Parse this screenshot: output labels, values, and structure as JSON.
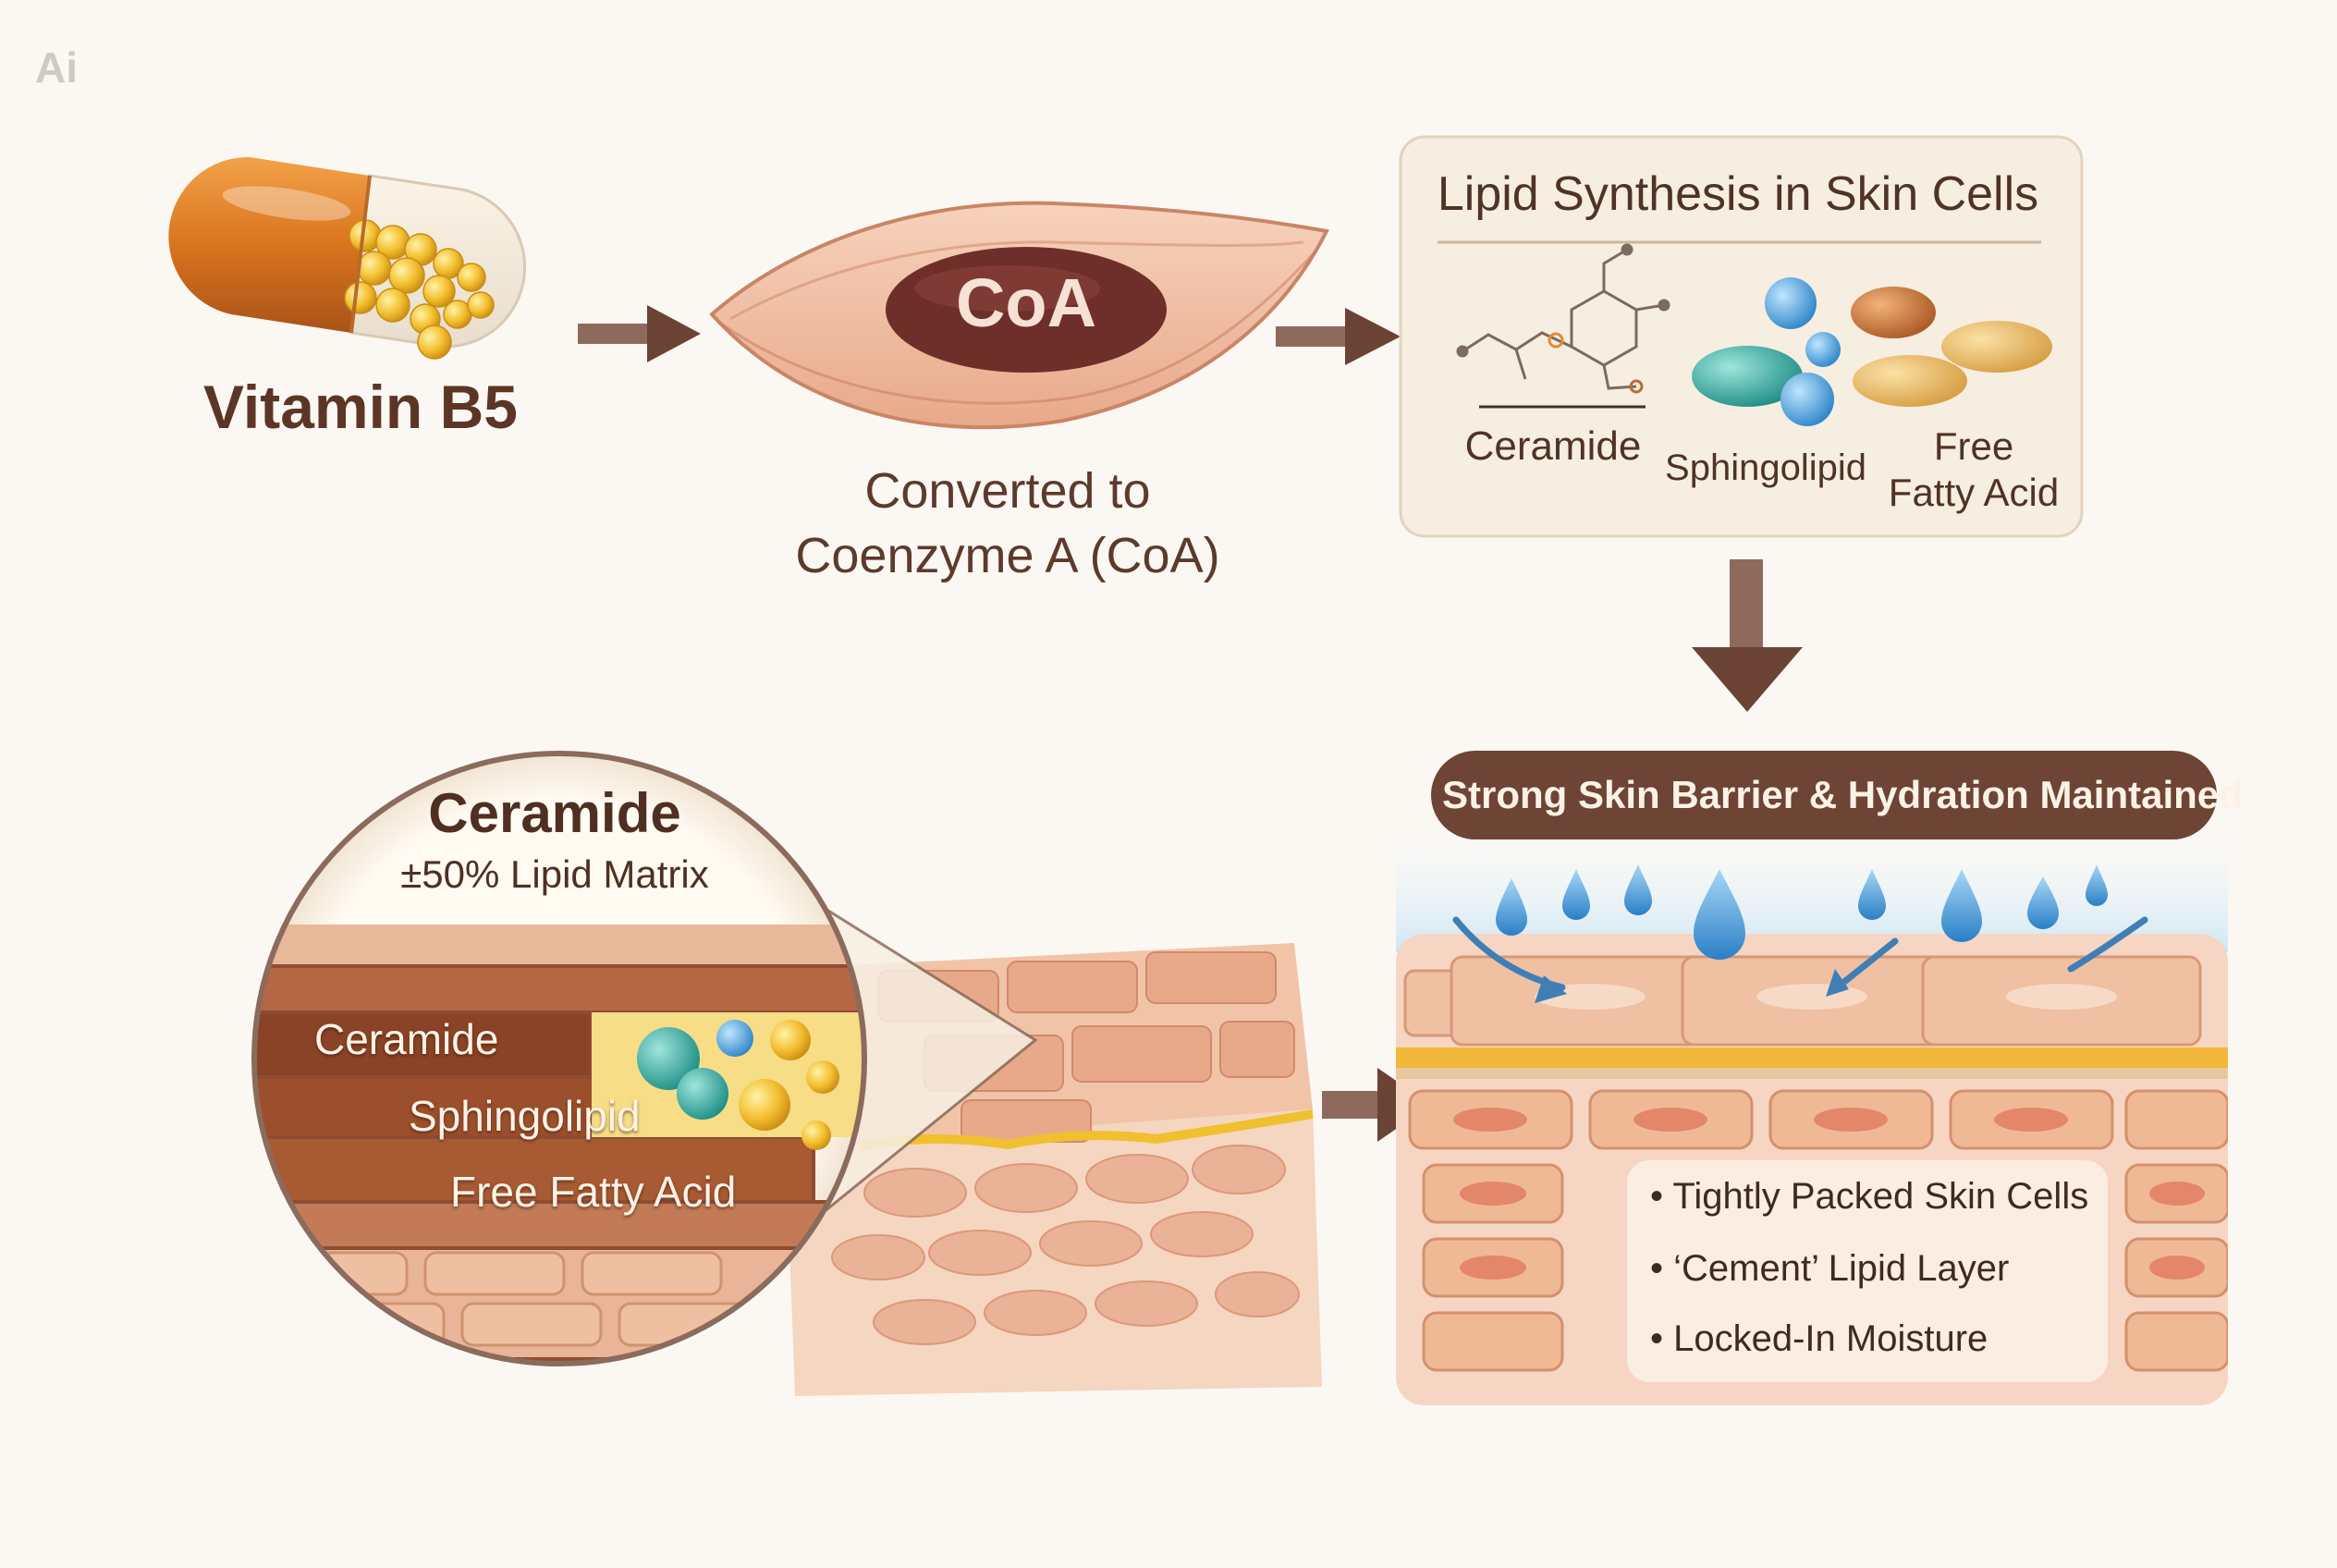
{
  "watermark": "Ai",
  "step1": {
    "label": "Vitamin B5"
  },
  "step2": {
    "badge": "CoA",
    "caption_line1": "Converted to",
    "caption_line2": "Coenzyme A (CoA)"
  },
  "step3": {
    "title": "Lipid Synthesis in Skin Cells",
    "lipids": {
      "ceramide": "Ceramide",
      "sphingolipid": "Sphingolipid",
      "ffa_line1": "Free",
      "ffa_line2": "Fatty Acid"
    }
  },
  "magnifier": {
    "title": "Ceramide",
    "subtitle": "±50% Lipid Matrix",
    "items": [
      "Ceramide",
      "Sphingolipid",
      "Free Fatty Acid"
    ]
  },
  "result": {
    "banner": "Strong Skin Barrier & Hydration Maintained",
    "benefits": [
      "• Tightly Packed Skin Cells",
      "• ‘Cement’ Lipid Layer",
      "• Locked-In Moisture"
    ]
  },
  "colors": {
    "accent_brown": "#6b4335",
    "capsule_orange": "#d9741e",
    "coa_oval": "#6e2f2a",
    "skin_peach": "#efb798",
    "water_blue": "#4a9ad6"
  }
}
